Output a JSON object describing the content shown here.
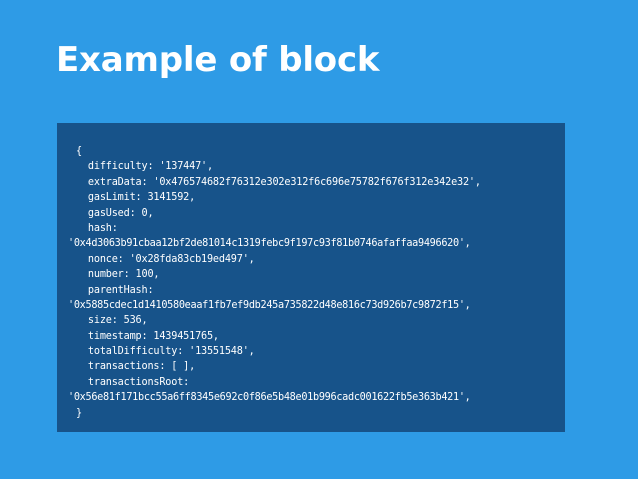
{
  "slide": {
    "title": "Example of block",
    "code_lines": [
      {
        "text": "{"
      },
      {
        "text": "  difficulty: '137447',"
      },
      {
        "text": "  extraData: '0x476574682f76312e302e312f6c696e75782f676f312e342e32',"
      },
      {
        "text": "  gasLimit: 3141592,"
      },
      {
        "text": "  gasUsed: 0,"
      },
      {
        "text": "  hash:"
      },
      {
        "text": "'0x4d3063b91cbaa12bf2de81014c1319febc9f197c93f81b0746afaffaa9496620',",
        "wrap": true
      },
      {
        "text": "  nonce: '0x28fda83cb19ed497',"
      },
      {
        "text": "  number: 100,"
      },
      {
        "text": "  parentHash:"
      },
      {
        "text": "'0x5885cdec1d1410580eaaf1fb7ef9db245a735822d48e816c73d926b7c9872f15',",
        "wrap": true
      },
      {
        "text": "  size: 536,"
      },
      {
        "text": "  timestamp: 1439451765,"
      },
      {
        "text": "  totalDifficulty: '13551548',"
      },
      {
        "text": "  transactions: [ ],"
      },
      {
        "text": "  transactionsRoot:"
      },
      {
        "text": "'0x56e81f171bcc55a6ff8345e692c0f86e5b48e01b996cadc001622fb5e363b421',",
        "wrap": true
      },
      {
        "text": "}"
      }
    ]
  }
}
